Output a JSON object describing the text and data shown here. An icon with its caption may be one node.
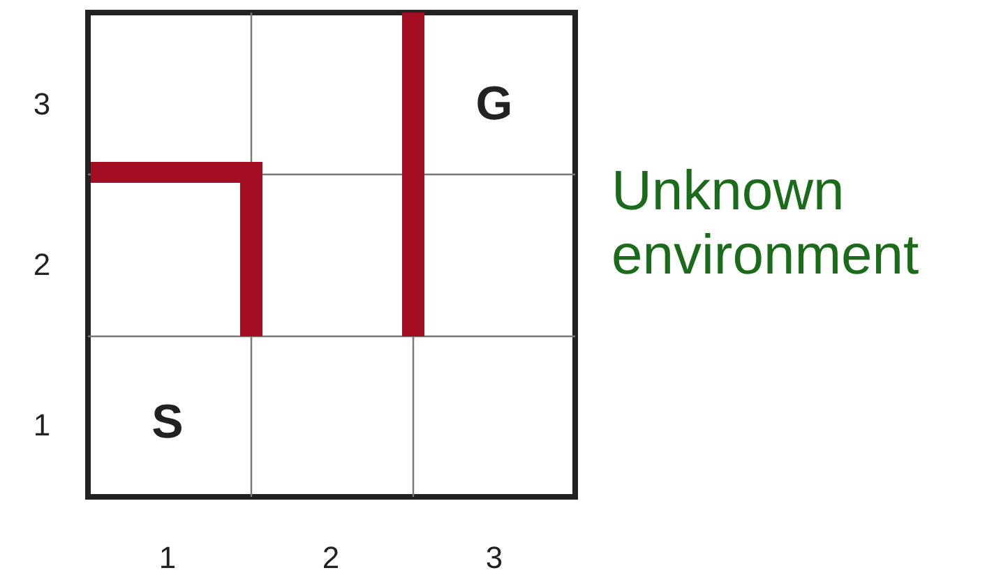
{
  "diagram": {
    "labels": [
      "3",
      "G",
      "Unknown environment",
      "2",
      "1",
      "S",
      "1",
      "2",
      "3"
    ]
  }
}
